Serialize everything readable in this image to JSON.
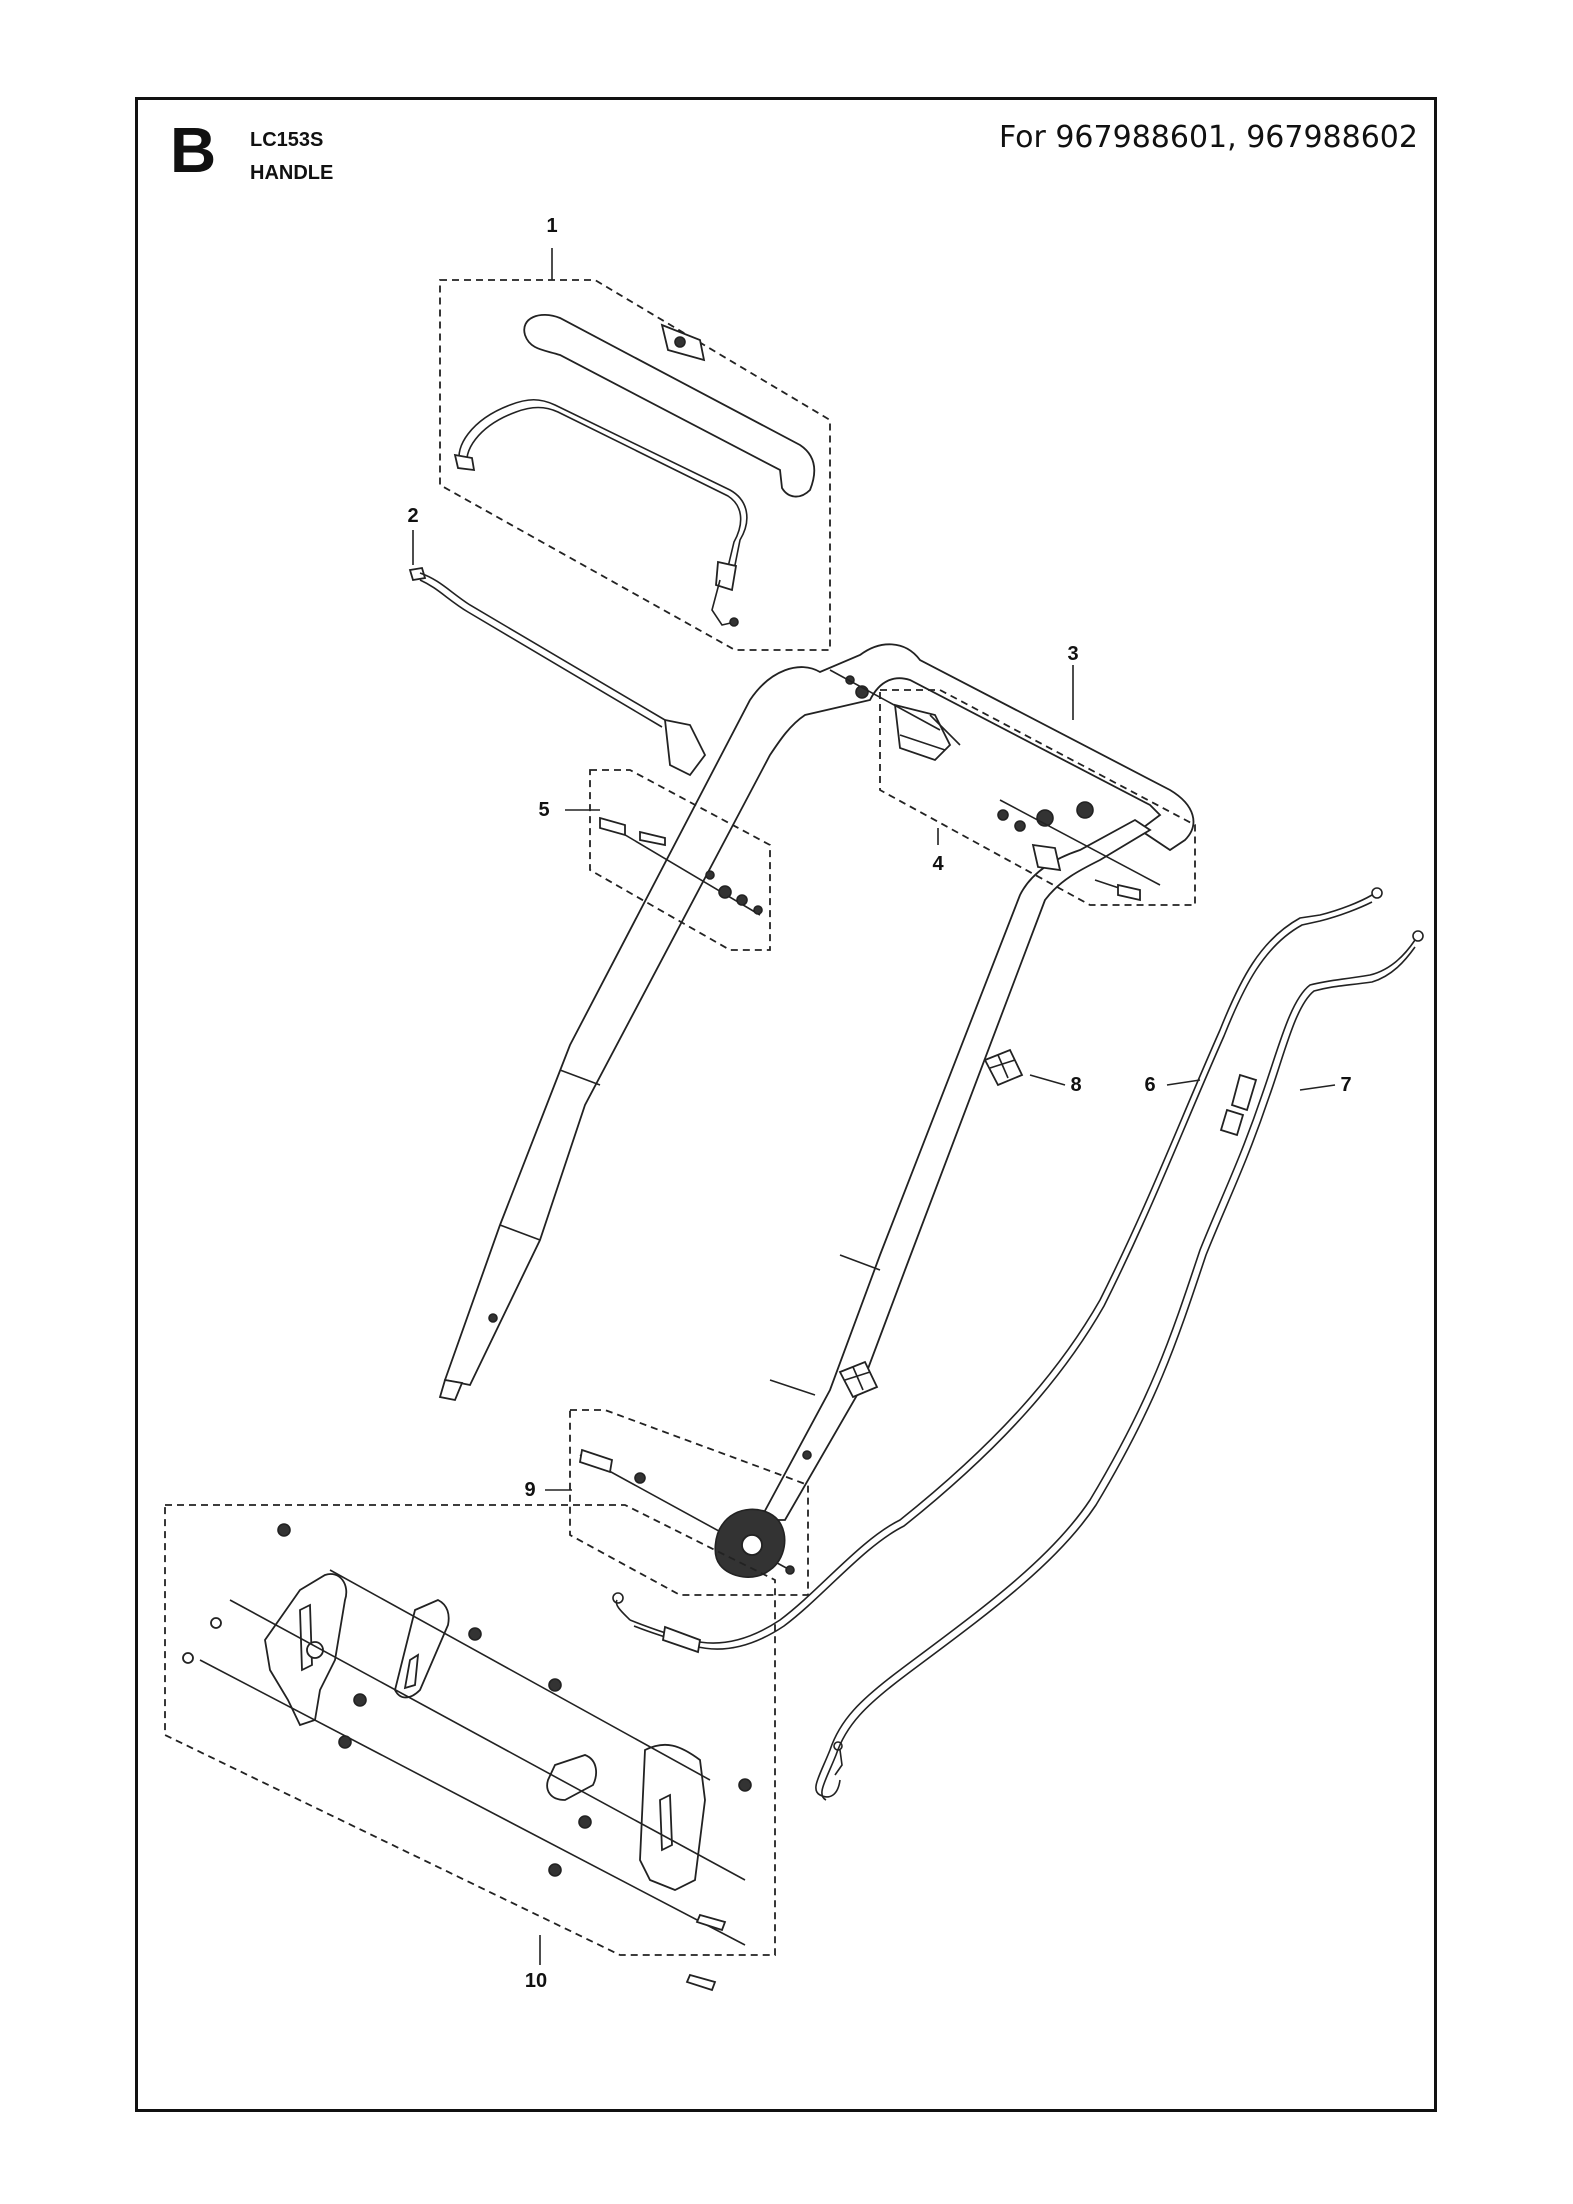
{
  "header": {
    "section_letter": "B",
    "model": "LC153S",
    "section_title": "HANDLE",
    "applies_to": "For 967988601, 967988602"
  },
  "callouts": [
    "1",
    "2",
    "3",
    "4",
    "5",
    "6",
    "7",
    "8",
    "9",
    "10"
  ]
}
